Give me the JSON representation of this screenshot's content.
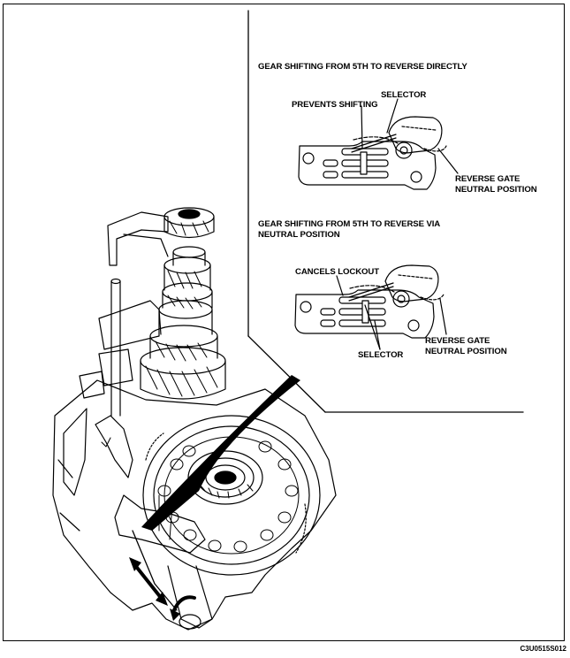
{
  "labels": {
    "heading_direct": "GEAR SHIFTING FROM 5TH TO REVERSE DIRECTLY",
    "selector_top": "SELECTOR",
    "prevents_shifting": "PREVENTS SHIFTING",
    "reverse_gate_top": "REVERSE GATE",
    "neutral_position_top": "NEUTRAL POSITION",
    "heading_via_line1": "GEAR SHIFTING FROM 5TH TO REVERSE VIA",
    "heading_via_line2": "NEUTRAL POSITION",
    "cancels_lockout": "CANCELS LOCKOUT",
    "reverse_gate_bottom": "REVERSE GATE",
    "neutral_position_bottom": "NEUTRAL POSITION",
    "selector_bottom": "SELECTOR"
  },
  "figure_code": "C3U0515S012",
  "colors": {
    "ink": "#000000",
    "paper": "#ffffff"
  }
}
